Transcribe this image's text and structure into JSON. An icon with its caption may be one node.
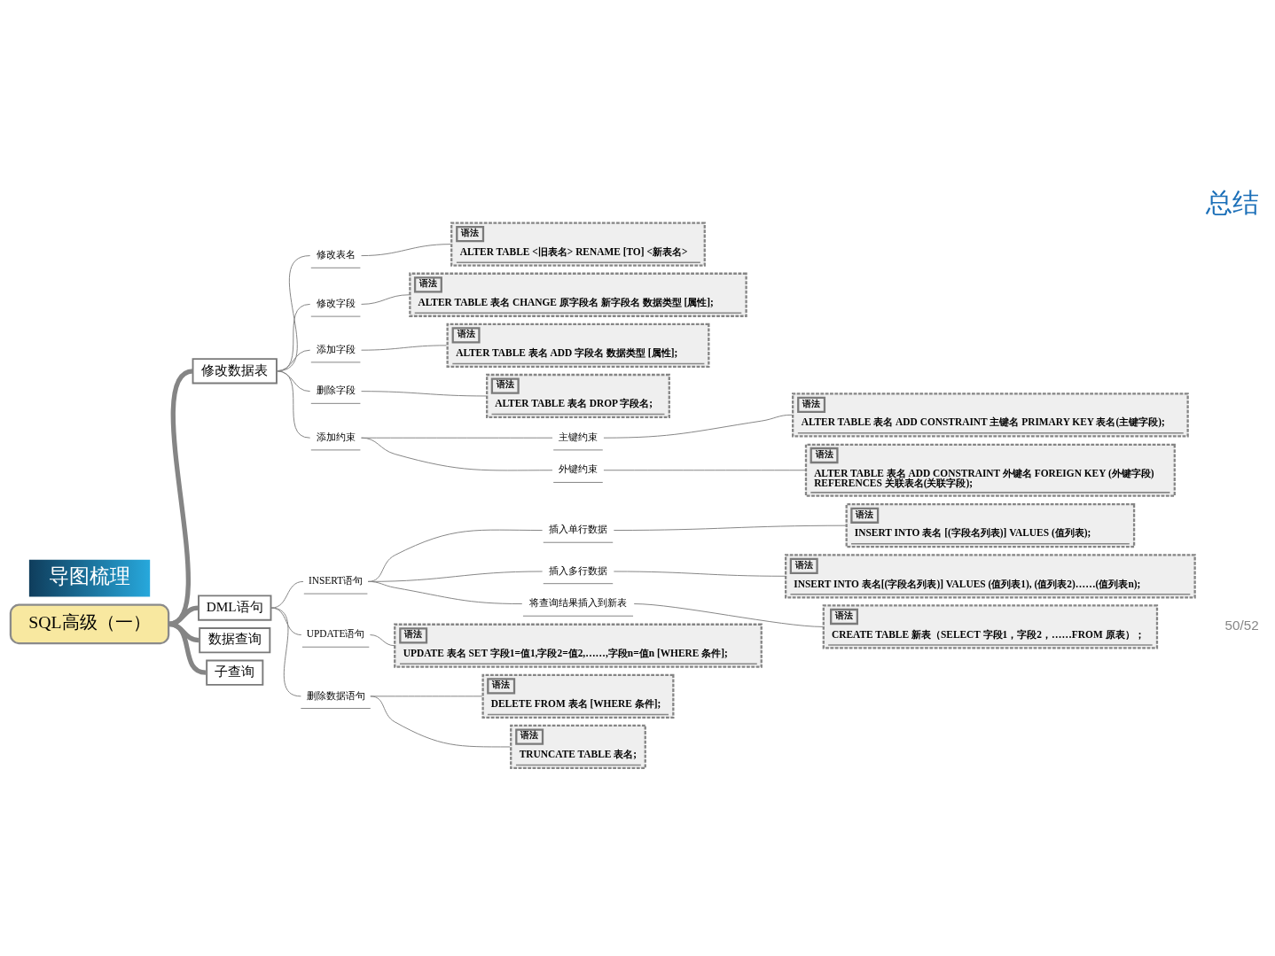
{
  "diagram": {
    "title": "总结",
    "nodes": [
      {
        "text": [
          "SQL高级（一）"
        ]
      },
      {
        "text": [
          "修改数据表"
        ]
      },
      {
        "text": [
          "修改表名"
        ]
      },
      {
        "text": [
          "语法",
          "ALTER TABLE <旧表名> RENAME [TO] <新表名>"
        ]
      },
      {
        "text": [
          "修改字段"
        ]
      },
      {
        "text": [
          "语法",
          "ALTER TABLE 表名 CHANGE 原字段名 新字段名 数据类型 [属性];"
        ]
      },
      {
        "text": [
          "添加字段"
        ]
      },
      {
        "text": [
          "语法",
          "ALTER TABLE 表名 ADD 字段名 数据类型 [属性];"
        ]
      },
      {
        "text": [
          "删除字段"
        ]
      },
      {
        "text": [
          "语法",
          "ALTER TABLE 表名 DROP 字段名;"
        ]
      },
      {
        "text": [
          "添加约束"
        ]
      },
      {
        "text": [
          "主键约束"
        ]
      },
      {
        "text": [
          "语法",
          "ALTER TABLE 表名 ADD CONSTRAINT 主键名 PRIMARY KEY 表名(主键字段);"
        ]
      },
      {
        "text": [
          "外键约束"
        ]
      },
      {
        "text": [
          "语法",
          "ALTER TABLE 表名 ADD CONSTRAINT 外键名 FOREIGN KEY (外键字段) REFERENCES 关联表名(关联字段);"
        ]
      },
      {
        "text": [
          "DML语句"
        ]
      },
      {
        "text": [
          "INSERT语句"
        ]
      },
      {
        "text": [
          "插入单行数据"
        ]
      },
      {
        "text": [
          "语法",
          "INSERT INTO 表名 [(字段名列表)] VALUES (值列表);"
        ]
      },
      {
        "text": [
          "插入多行数据"
        ]
      },
      {
        "text": [
          "语法",
          "INSERT INTO 表名[(字段名列表)] VALUES (值列表1), (值列表2)……(值列表n);"
        ]
      },
      {
        "text": [
          "将查询结果插入到新表"
        ]
      },
      {
        "text": [
          "语法",
          "CREATE TABLE 新表（SELECT 字段1，字段2，……FROM 原表）；"
        ]
      },
      {
        "text": [
          "UPDATE语句"
        ]
      },
      {
        "text": [
          "语法",
          "UPDATE 表名 SET 字段1=值1,字段2=值2,……,字段n=值n [WHERE 条件];"
        ]
      },
      {
        "text": [
          "删除数据语句"
        ]
      },
      {
        "text": [
          "语法",
          "DELETE FROM 表名 [WHERE 条件];"
        ]
      },
      {
        "text": [
          "语法",
          "TRUNCATE TABLE 表名;"
        ]
      },
      {
        "text": [
          "数据查询"
        ]
      },
      {
        "text": [
          "子查询"
        ]
      }
    ],
    "edges": [
      {
        "from": 0,
        "to": 1,
        "arrow": "none",
        "style": "thick"
      },
      {
        "from": 1,
        "to": 2,
        "arrow": "none"
      },
      {
        "from": 2,
        "to": 3,
        "arrow": "none"
      },
      {
        "from": 1,
        "to": 4,
        "arrow": "none"
      },
      {
        "from": 4,
        "to": 5,
        "arrow": "none"
      },
      {
        "from": 1,
        "to": 6,
        "arrow": "none"
      },
      {
        "from": 6,
        "to": 7,
        "arrow": "none"
      },
      {
        "from": 1,
        "to": 8,
        "arrow": "none"
      },
      {
        "from": 8,
        "to": 9,
        "arrow": "none"
      },
      {
        "from": 1,
        "to": 10,
        "arrow": "none"
      },
      {
        "from": 10,
        "to": 11,
        "arrow": "none"
      },
      {
        "from": 11,
        "to": 12,
        "arrow": "none"
      },
      {
        "from": 10,
        "to": 13,
        "arrow": "none"
      },
      {
        "from": 13,
        "to": 14,
        "arrow": "none"
      },
      {
        "from": 0,
        "to": 15,
        "arrow": "none",
        "style": "thick"
      },
      {
        "from": 15,
        "to": 16,
        "arrow": "none"
      },
      {
        "from": 16,
        "to": 17,
        "arrow": "none"
      },
      {
        "from": 17,
        "to": 18,
        "arrow": "none"
      },
      {
        "from": 16,
        "to": 19,
        "arrow": "none"
      },
      {
        "from": 19,
        "to": 20,
        "arrow": "none"
      },
      {
        "from": 16,
        "to": 21,
        "arrow": "none"
      },
      {
        "from": 21,
        "to": 22,
        "arrow": "none"
      },
      {
        "from": 15,
        "to": 23,
        "arrow": "none"
      },
      {
        "from": 23,
        "to": 24,
        "arrow": "none"
      },
      {
        "from": 15,
        "to": 25,
        "arrow": "none"
      },
      {
        "from": 25,
        "to": 26,
        "arrow": "none"
      },
      {
        "from": 25,
        "to": 27,
        "arrow": "none"
      },
      {
        "from": 0,
        "to": 28,
        "arrow": "none",
        "style": "thick"
      },
      {
        "from": 0,
        "to": 29,
        "arrow": "none",
        "style": "thick"
      }
    ],
    "labels": [
      "导图梳理",
      "50/52"
    ]
  }
}
